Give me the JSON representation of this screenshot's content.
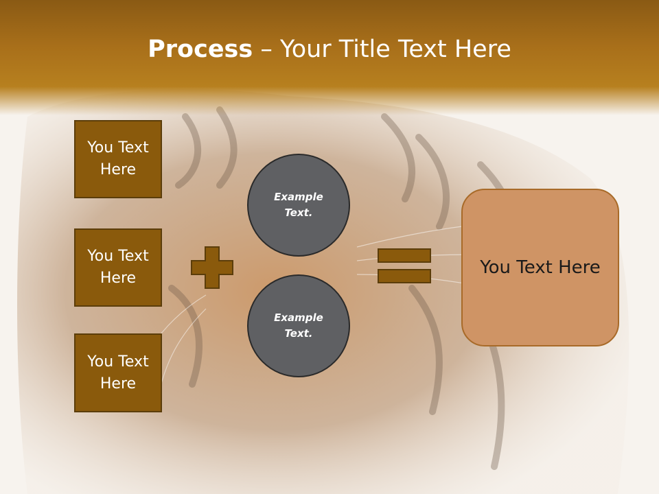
{
  "slide": {
    "title_bold": "Process",
    "title_rest": " – Your Title Text Here",
    "left_boxes": [
      {
        "line1": "You Text",
        "line2": "Here"
      },
      {
        "line1": "You Text",
        "line2": "Here"
      },
      {
        "line1": "You Text",
        "line2": "Here"
      }
    ],
    "circles": [
      {
        "line1": "Example",
        "line2": "Text."
      },
      {
        "line1": "Example",
        "line2": "Text."
      }
    ],
    "result_text": "You Text Here",
    "icons": {
      "plus": "plus-icon",
      "equals": "equals-icon"
    },
    "colors": {
      "header": "#a86f1a",
      "box": "#8a5a0c",
      "circle": "#5f6063",
      "result": "#cf9465"
    }
  }
}
